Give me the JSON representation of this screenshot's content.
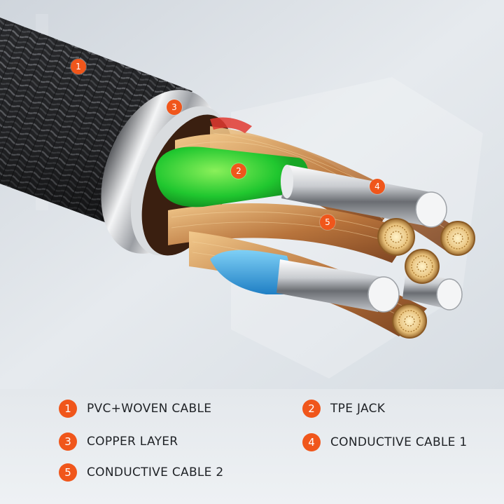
{
  "callouts": [
    "1",
    "3",
    "2",
    "4",
    "5"
  ],
  "legend": [
    {
      "number": "1",
      "label": "PVC+WOVEN CABLE"
    },
    {
      "number": "2",
      "label": "TPE JACK"
    },
    {
      "number": "3",
      "label": "COPPER LAYER"
    },
    {
      "number": "4",
      "label": "CONDUCTIVE CABLE 1"
    },
    {
      "number": "5",
      "label": "CONDUCTIVE CABLE 2"
    }
  ],
  "colors": {
    "accent": "#f0561b",
    "jacket": "#2b2b2d",
    "tpe_green": "#2fd43a",
    "tpe_blue": "#3aa9e6",
    "copper": "#c9874a"
  }
}
